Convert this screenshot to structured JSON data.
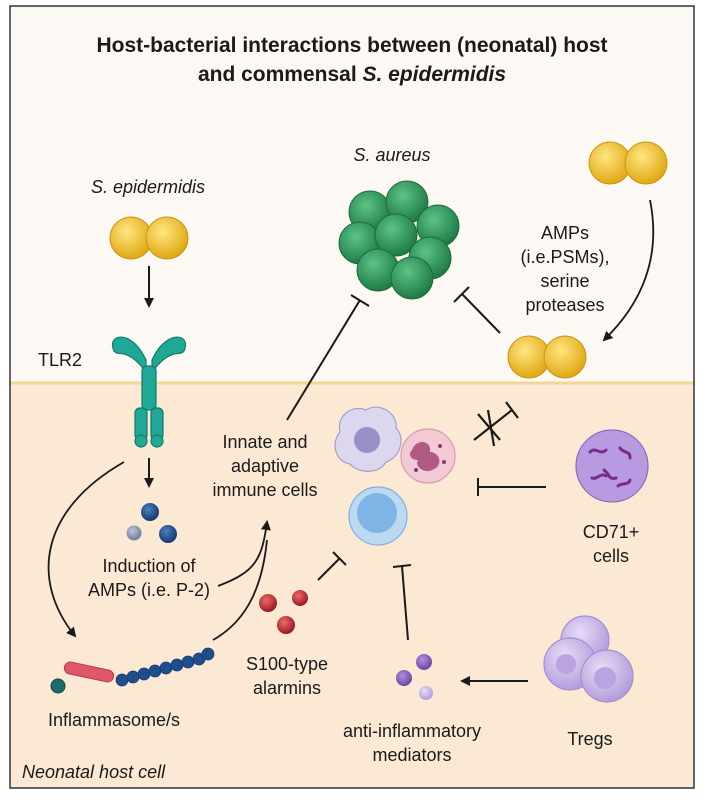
{
  "title": {
    "line1": "Host-bacterial interactions between (neonatal) host",
    "line2_prefix": "and commensal ",
    "line2_italic": "S. epidermidis"
  },
  "labels": {
    "s_epidermidis": "S. epidermidis",
    "s_aureus": "S. aureus",
    "tlr2": "TLR2",
    "amps_line1": "AMPs",
    "amps_line2": "(i.e.PSMs),",
    "amps_line3": "serine",
    "amps_line4": "proteases",
    "immune_line1": "Innate and",
    "immune_line2": "adaptive",
    "immune_line3": "immune cells",
    "induction_line1": "Induction of",
    "induction_line2": "AMPs (i.e. P-2)",
    "cd71_line1": "CD71+",
    "cd71_line2": "cells",
    "s100_line1": "S100-type",
    "s100_line2": "alarmins",
    "inflammasome": "Inflammasome/s",
    "antiinflam_line1": "anti-inflammatory",
    "antiinflam_line2": "mediators",
    "tregs": "Tregs",
    "host_cell": "Neonatal host cell"
  },
  "colors": {
    "background_top": "#fcf9f4",
    "background_host": "#fbe9d3",
    "membrane": "#f3dfa2",
    "border": "#333333",
    "bacteria_yellow": "#f2c12e",
    "aureus_green": "#2f9a5a",
    "tlr2_teal": "#1fa896",
    "amp_blue": "#1f4e8c",
    "alarmin_red": "#c0282d",
    "cd71_purple": "#8b5fb0",
    "treg_lavender": "#c9b8e6",
    "mediator_purple": "#9c7ac8"
  }
}
